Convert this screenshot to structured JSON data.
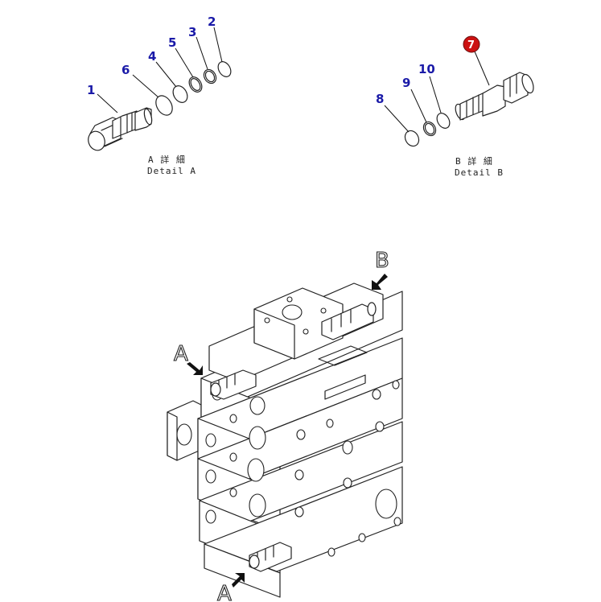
{
  "callouts": {
    "c1": "1",
    "c2": "2",
    "c3": "3",
    "c4": "4",
    "c5": "5",
    "c6": "6",
    "c7": "7",
    "c8": "8",
    "c9": "9",
    "c10": "10"
  },
  "details": {
    "a_jp": "A 詳 細",
    "a_en": "Detail A",
    "b_jp": "B 詳 細",
    "b_en": "Detail B"
  },
  "view_letters": {
    "b_top": "B",
    "a_mid": "A",
    "a_bottom": "A"
  },
  "colors": {
    "callout_blue": "#1a1aa8",
    "highlight_red": "#cc1111",
    "line": "#222222"
  }
}
